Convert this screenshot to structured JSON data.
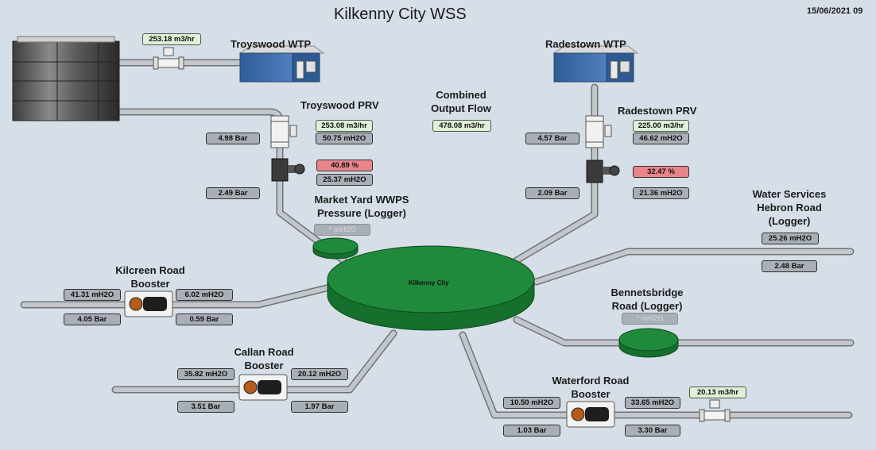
{
  "title": "Kilkenny City WSS",
  "date": "15/06/2021 09",
  "center_label": "Kilkenny City",
  "combined": {
    "label_line1": "Combined",
    "label_line2": "Output Flow",
    "value": "478.08 m3/hr"
  },
  "troyswood": {
    "wtp_label": "Troyswood WTP",
    "reservoir_flow": "253.18 m3/hr",
    "prv_label": "Troyswood PRV",
    "flow": "253.08 m3/hr",
    "inlet_mh2o": "50.75 mH2O",
    "inlet_bar": "4.98 Bar",
    "valve_pct": "40.89 %",
    "outlet_mh2o": "25.37 mH2O",
    "outlet_bar": "2.49 Bar"
  },
  "radestown": {
    "wtp_label": "Radestown WTP",
    "prv_label": "Radestown PRV",
    "flow": "225.00 m3/hr",
    "inlet_mh2o": "46.62 mH2O",
    "inlet_bar": "4.57 Bar",
    "valve_pct": "32.47 %",
    "outlet_mh2o": "21.36 mH2O",
    "outlet_bar": "2.09 Bar"
  },
  "market_yard": {
    "label_line1": "Market Yard WWPS",
    "label_line2": "Pressure (Logger)",
    "value": "* mH2O"
  },
  "hebron": {
    "label_line1": "Water Services",
    "label_line2": "Hebron Road",
    "label_line3": "(Logger)",
    "mh2o": "25.26 mH2O",
    "bar": "2.48 Bar"
  },
  "bennetsbridge": {
    "label_line1": "Bennetsbridge",
    "label_line2": "Road (Logger)",
    "value": "* mH2O"
  },
  "kilcreen": {
    "label_line1": "Kilcreen Road",
    "label_line2": "Booster",
    "in_mh2o": "41.31 mH2O",
    "out_mh2o": "6.02 mH2O",
    "in_bar": "4.05 Bar",
    "out_bar": "0.59 Bar"
  },
  "callan": {
    "label_line1": "Callan Road",
    "label_line2": "Booster",
    "in_mh2o": "35.82 mH2O",
    "out_mh2o": "20.12 mH2O",
    "in_bar": "3.51 Bar",
    "out_bar": "1.97 Bar"
  },
  "waterford": {
    "label_line1": "Waterford Road",
    "label_line2": "Booster",
    "in_mh2o": "10.50 mH2O",
    "out_mh2o": "33.65 mH2O",
    "in_bar": "1.03 Bar",
    "out_bar": "3.30 Bar",
    "flow": "20.13 m3/hr"
  },
  "colors": {
    "tank_green": "#1f8a3b",
    "pipe": "#a7abb0",
    "alarm": "#e8848a",
    "flow_bg": "#dff0d8",
    "building": "#3d6ca8"
  }
}
